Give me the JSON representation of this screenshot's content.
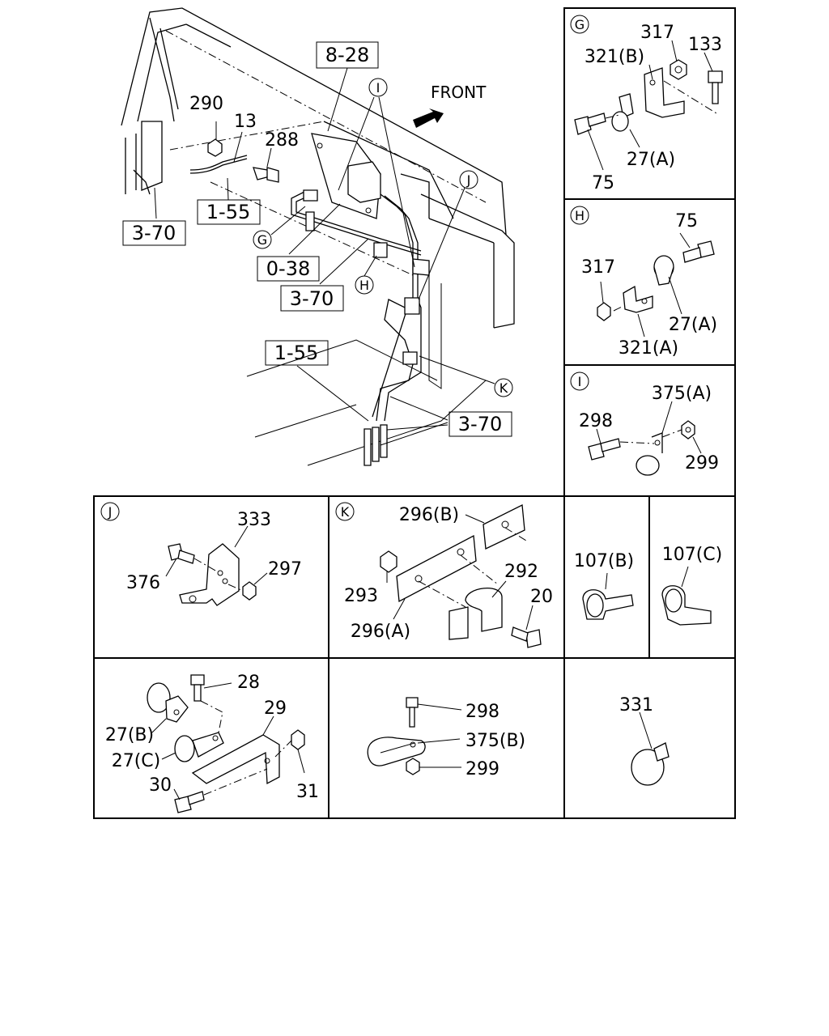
{
  "main": {
    "front_label": "FRONT",
    "refs": {
      "r828": "8-28",
      "r155a": "1-55",
      "r370a": "3-70",
      "r038": "0-38",
      "r370b": "3-70",
      "r155b": "1-55",
      "r370c": "3-70"
    },
    "callouts": {
      "c290": "290",
      "c13": "13",
      "c288": "288"
    },
    "detail_marks": {
      "G": "G",
      "H": "H",
      "I": "I",
      "J": "J",
      "K": "K"
    }
  },
  "detail_G": {
    "mark": "G",
    "labels": {
      "p317": "317",
      "p133": "133",
      "p321b": "321(B)",
      "p27a": "27(A)",
      "p75": "75"
    }
  },
  "detail_H": {
    "mark": "H",
    "labels": {
      "p75": "75",
      "p317": "317",
      "p27a": "27(A)",
      "p321a": "321(A)"
    }
  },
  "detail_I": {
    "mark": "I",
    "labels": {
      "p375a": "375(A)",
      "p298": "298",
      "p299": "299"
    }
  },
  "detail_J": {
    "mark": "J",
    "labels": {
      "p333": "333",
      "p376": "376",
      "p297": "297"
    }
  },
  "detail_K": {
    "mark": "K",
    "labels": {
      "p296b": "296(B)",
      "p292": "292",
      "p293": "293",
      "p20": "20",
      "p296a": "296(A)"
    }
  },
  "detail_107": {
    "labels": {
      "p107b": "107(B)",
      "p107c": "107(C)"
    }
  },
  "detail_27": {
    "labels": {
      "p28": "28",
      "p29": "29",
      "p27b": "27(B)",
      "p27c": "27(C)",
      "p30": "30",
      "p31": "31"
    }
  },
  "detail_375": {
    "labels": {
      "p298": "298",
      "p375b": "375(B)",
      "p299": "299"
    }
  },
  "detail_331": {
    "labels": {
      "p331": "331"
    }
  }
}
